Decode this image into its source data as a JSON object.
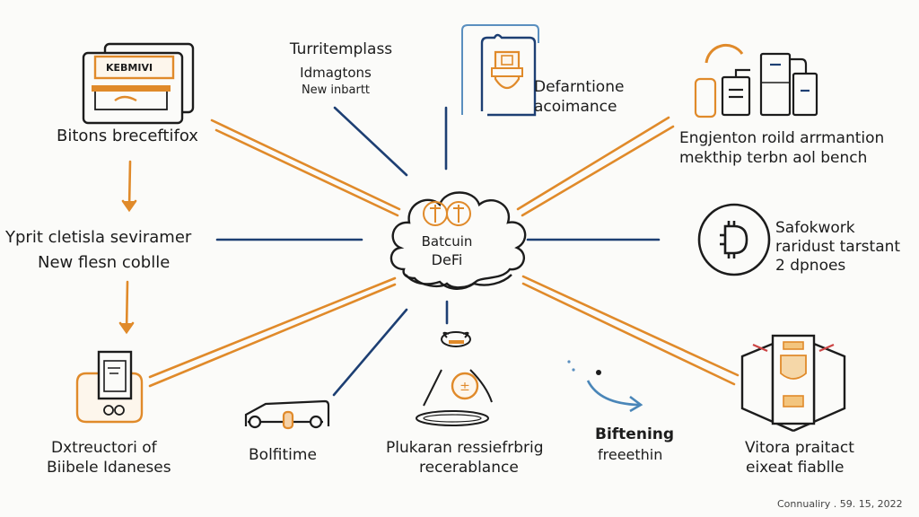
{
  "diagram": {
    "center": {
      "line1": "Batcuin",
      "line2": "DeFi",
      "icon": "coins-icon"
    },
    "colors": {
      "orange": "#e08a2a",
      "navy": "#1d3f73",
      "ink": "#1c1c1c",
      "light_blue": "#5a8fbf",
      "red": "#cc4444",
      "background": "#fbfbf9"
    },
    "nodes": [
      {
        "id": "top-left",
        "icon": "document-card-icon",
        "badge": "KEBMIVI",
        "lines": [
          "Bitons breceftifox"
        ]
      },
      {
        "id": "top-center-left",
        "title": "Turritemplass",
        "lines": [
          "Idmagtons",
          "New inbartt"
        ]
      },
      {
        "id": "top-center",
        "icon": "shield-badge-icon",
        "lines": [
          "Defarntione",
          "acoimance"
        ]
      },
      {
        "id": "top-right",
        "icon": "devices-icon",
        "lines": [
          "Engjenton roild arrmantion",
          "mekthip terbn aol bench"
        ]
      },
      {
        "id": "middle-left",
        "lines": [
          "Yprit cletisla seviramer",
          "New flesn coblle"
        ]
      },
      {
        "id": "middle-right",
        "icon": "bitcoin-circle-icon",
        "lines": [
          "Safokwork",
          "raridust tarstant",
          "2 dpnoes"
        ]
      },
      {
        "id": "bottom-left",
        "icon": "phone-wallet-icon",
        "lines": [
          "Dxtreuctori of",
          "Biibele Idaneses"
        ]
      },
      {
        "id": "bottom-center-left",
        "icon": "vehicle-icon",
        "lines": [
          "Bolfitime"
        ]
      },
      {
        "id": "bottom-center",
        "icon": "figure-coin-icon",
        "lines": [
          "Plukaran ressiefrbrig",
          "recerablance"
        ]
      },
      {
        "id": "bottom-center-right",
        "icon": "curved-arrow-icon",
        "title": "Biftening",
        "lines": [
          "freeethin"
        ]
      },
      {
        "id": "bottom-right",
        "icon": "book-shield-icon",
        "lines": [
          "Vitora praitact",
          "eixeat fiablle"
        ]
      }
    ],
    "footer": {
      "date": "Connualiry . 59. 15, 2022"
    }
  }
}
